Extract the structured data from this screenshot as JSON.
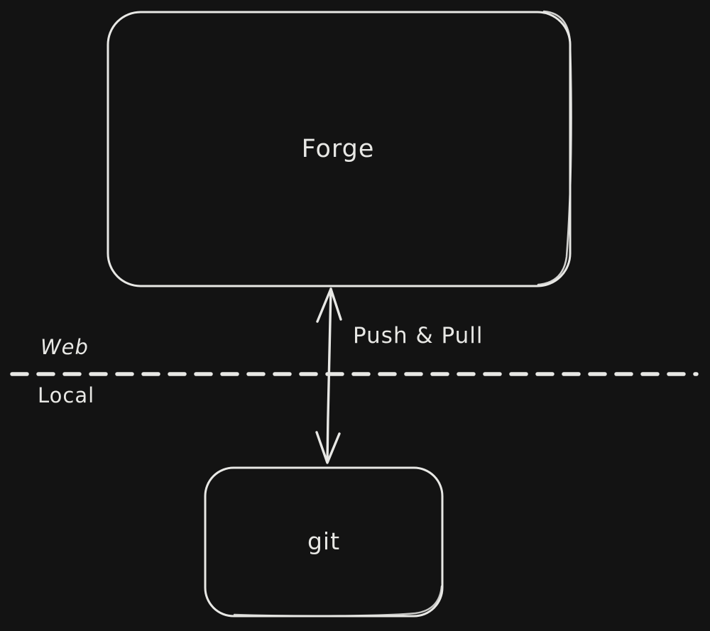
{
  "diagram": {
    "background_color": "#131313",
    "ink_color": "#e8e8e5",
    "nodes": [
      {
        "id": "forge",
        "label": "Forge",
        "shape": "rounded-rectangle"
      },
      {
        "id": "git",
        "label": "git",
        "shape": "rounded-rectangle"
      }
    ],
    "edge": {
      "label": "Push & Pull",
      "from": "forge",
      "to": "git",
      "style": "double-headed-arrow"
    },
    "divider": {
      "style": "dashed-line",
      "above_label": "Web",
      "below_label": "Local"
    }
  }
}
